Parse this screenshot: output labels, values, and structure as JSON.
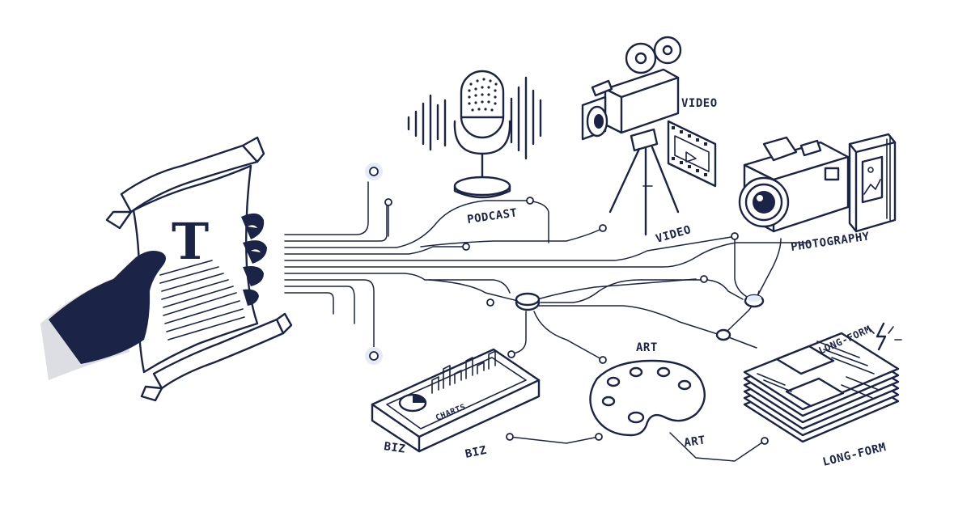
{
  "scroll": {
    "letter": "T"
  },
  "labels": {
    "podcast": "PODCAST",
    "video_top": "VIDEO",
    "video_bottom": "VIDEO",
    "photography": "PHOTOGRAPHY",
    "art_top": "ART",
    "art_bottom": "ART",
    "charts": "CHARTS",
    "biz_left": "BIZ",
    "biz_right": "BIZ",
    "longform_top": "LONG-FORM",
    "longform_bottom": "LONG-FORM"
  },
  "icons": [
    "scroll-icon",
    "hand-icon",
    "microphone-icon",
    "video-camera-icon",
    "film-strip-icon",
    "camera-icon",
    "photo-album-icon",
    "tablet-chart-icon",
    "palette-icon",
    "newspaper-stack-icon",
    "spark-icon"
  ],
  "colors": {
    "ink": "#1b2447",
    "glow": "#e7ebf8"
  }
}
